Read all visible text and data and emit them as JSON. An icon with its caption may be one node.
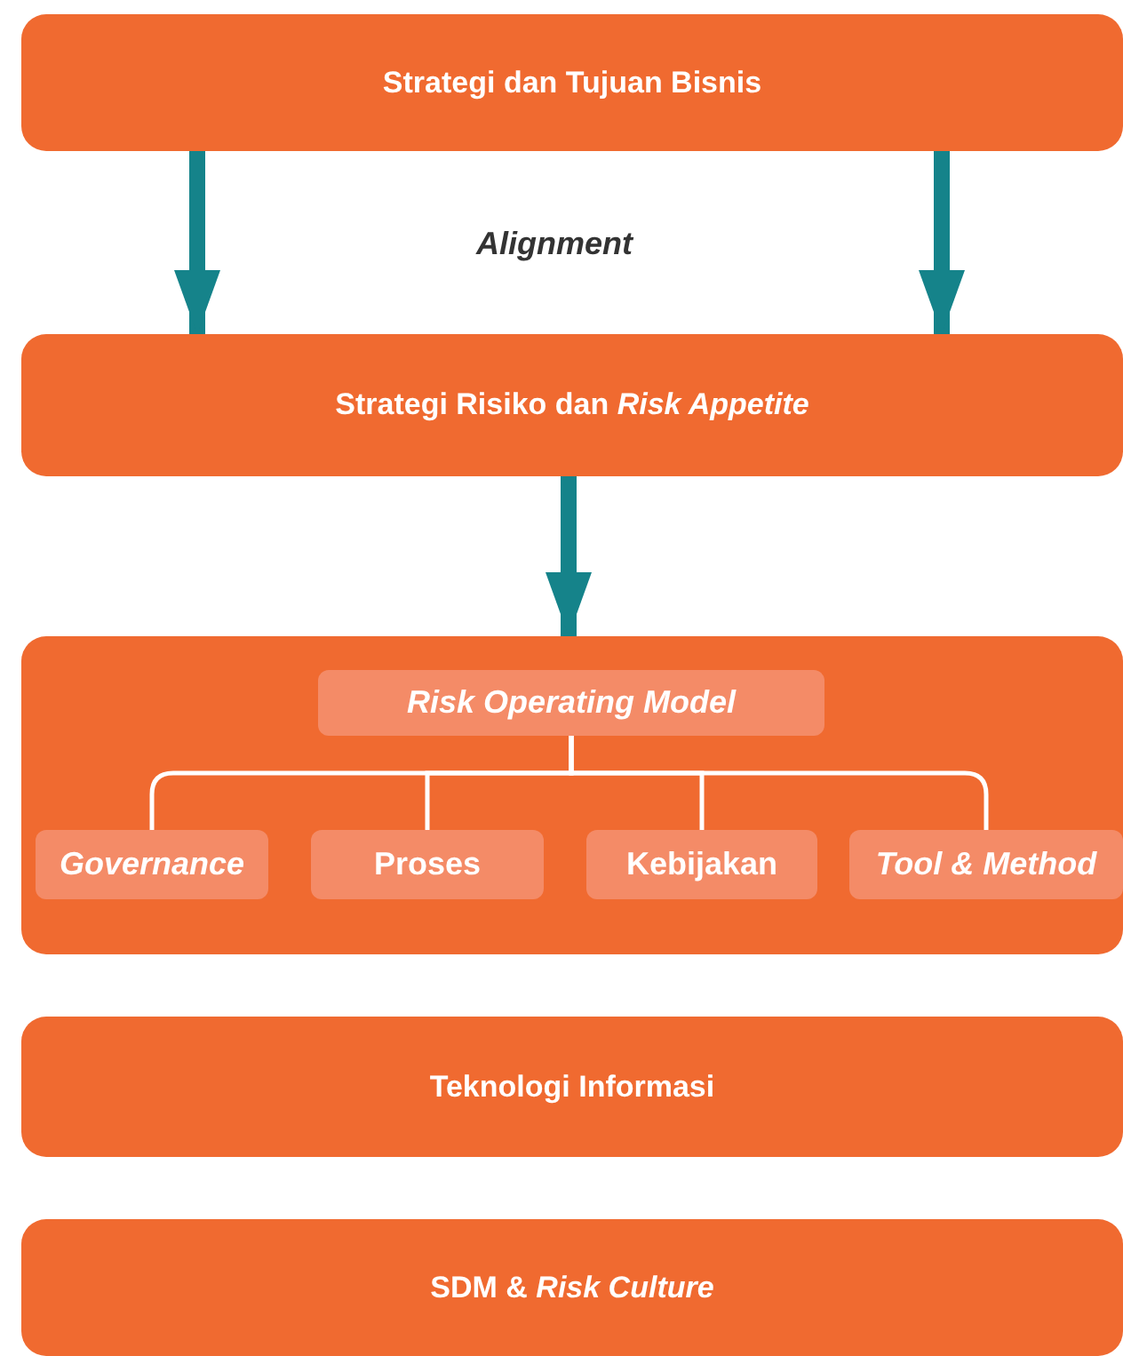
{
  "diagram": {
    "nodes": [
      {
        "text": [
          "Strategi dan Tujuan Bisnis"
        ]
      },
      {
        "text": [
          "Strategi Risiko dan *Risk Appetite*"
        ]
      },
      {
        "text": [],
        "shape": "box"
      },
      {
        "text": [
          "Risk Operating Model"
        ],
        "in": 2
      },
      {
        "text": [
          "Governance"
        ],
        "in": 2
      },
      {
        "text": [
          "Proses"
        ],
        "in": 2
      },
      {
        "text": [
          "Kebijakan"
        ],
        "in": 2
      },
      {
        "text": [
          "Tool & Method"
        ],
        "in": 2
      },
      {
        "text": [
          "Teknologi Informasi"
        ]
      },
      {
        "text": [
          "SDM & *Risk Culture*"
        ]
      }
    ],
    "edges": [
      {
        "from": 0,
        "to": 1,
        "arrow": "to",
        "style": "thick",
        "color": "#15838a"
      },
      {
        "from": 0,
        "to": 1,
        "arrow": "to",
        "style": "thick",
        "color": "#15838a"
      },
      {
        "from": 1,
        "to": 2,
        "arrow": "to",
        "style": "thick",
        "color": "#15838a"
      },
      {
        "from": 3,
        "to": 4,
        "arrow": "none"
      },
      {
        "from": 3,
        "to": 5,
        "arrow": "none"
      },
      {
        "from": 3,
        "to": 6,
        "arrow": "none"
      },
      {
        "from": 3,
        "to": 7,
        "arrow": "none"
      }
    ],
    "labels": [
      "Alignment"
    ]
  }
}
